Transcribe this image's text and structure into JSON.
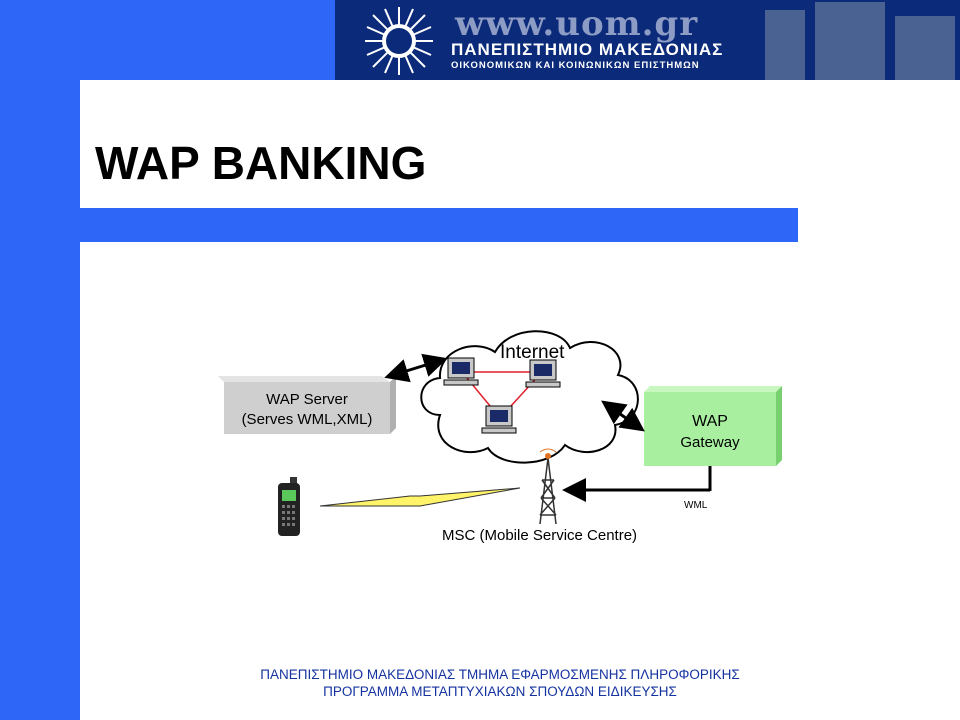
{
  "header": {
    "url": "www.uom.gr",
    "university": "ΠΑΝΕΠΙΣΤΗΜΙΟ ΜΑΚΕΔΟΝΙΑΣ",
    "subtitle": "ΟΙΚΟΝΟΜΙΚΩΝ ΚΑΙ ΚΟΙΝΩΝΙΚΩΝ ΕΠΙΣΤΗΜΩΝ"
  },
  "slide": {
    "title": "WAP BANKING"
  },
  "diagram": {
    "internet_label": "Internet",
    "wap_server": {
      "line1": "WAP Server",
      "line2": "(Serves WML,XML)"
    },
    "wap_gateway": {
      "line1": "WAP",
      "line2": "Gateway"
    },
    "wml_label": "WML",
    "msc_label": "MSC (Mobile Service Centre)"
  },
  "footer": {
    "line1": "ΠΑΝΕΠΙΣΤΗΜΙΟ ΜΑΚΕΔΟΝΙΑΣ ΤΜΗΜΑ ΕΦΑΡΜΟΣΜΕΝΗΣ ΠΛΗΡΟΦΟΡΙΚΗΣ",
    "line2": "ΠΡΟΓΡΑΜΜΑ ΜΕΤΑΠΤΥΧΙΑΚΩΝ ΣΠΟΥΔΩΝ ΕΙΔΙΚΕΥΣΗΣ"
  },
  "colors": {
    "accent_blue": "#2e66f8",
    "banner_navy": "#0b2a7a",
    "gateway_green": "#a8f0a0",
    "server_gray": "#cfcfcf",
    "footer_text": "#1533a0"
  }
}
